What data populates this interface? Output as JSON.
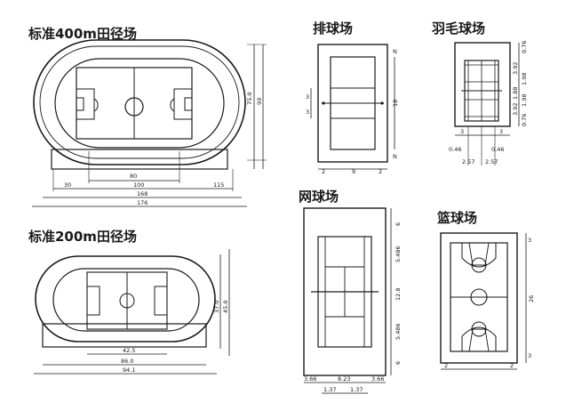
{
  "diagram": {
    "ink_color": "#1a1a1a",
    "paper_color": "#ffffff",
    "track400": {
      "title": "标准400m田径场",
      "dims": {
        "d80": "80",
        "d100": "100",
        "d30": "30",
        "d115": "115",
        "d168": "168",
        "d176": "176",
        "d75": "75.0",
        "d99": "99"
      }
    },
    "track200": {
      "title": "标准200m田径场",
      "dims": {
        "d425": "42.5",
        "d86": "86.0",
        "d94": "94.1",
        "d37": "37.0",
        "d45": "45.0"
      }
    },
    "volleyball": {
      "title": "排球场",
      "dims": {
        "left3a": "3",
        "left3b": "3",
        "right18": "18",
        "bot9": "9",
        "bot2a": "2",
        "bot2b": "2",
        "corner_n1": "N",
        "corner_n2": "N"
      }
    },
    "badminton": {
      "title": "羽毛球场",
      "dims": {
        "r076a": "0.76",
        "r076b": "0.76",
        "r392a": "3.92",
        "r392b": "3.92",
        "r198a": "1.98",
        "r198b": "1.98",
        "r188": "1.88",
        "bot3a": "3",
        "bot3b": "3",
        "bot046a": "0.46",
        "bot046b": "0.46",
        "bot257a": "2.57",
        "bot257b": "2.57"
      }
    },
    "tennis": {
      "title": "网球场",
      "dims": {
        "r6a": "6",
        "r5486a": "5.486",
        "r128": "12.8",
        "r5486b": "5.486",
        "r6b": "6",
        "b366a": "3.66",
        "b823": "8.23",
        "b366b": "3.66",
        "b137a": "1.37",
        "b137b": "1.37"
      }
    },
    "basketball": {
      "title": "篮球场",
      "dims": {
        "r3a": "3",
        "r26": "26",
        "r3b": "3",
        "b2a": "2",
        "b2b": "2"
      }
    }
  }
}
